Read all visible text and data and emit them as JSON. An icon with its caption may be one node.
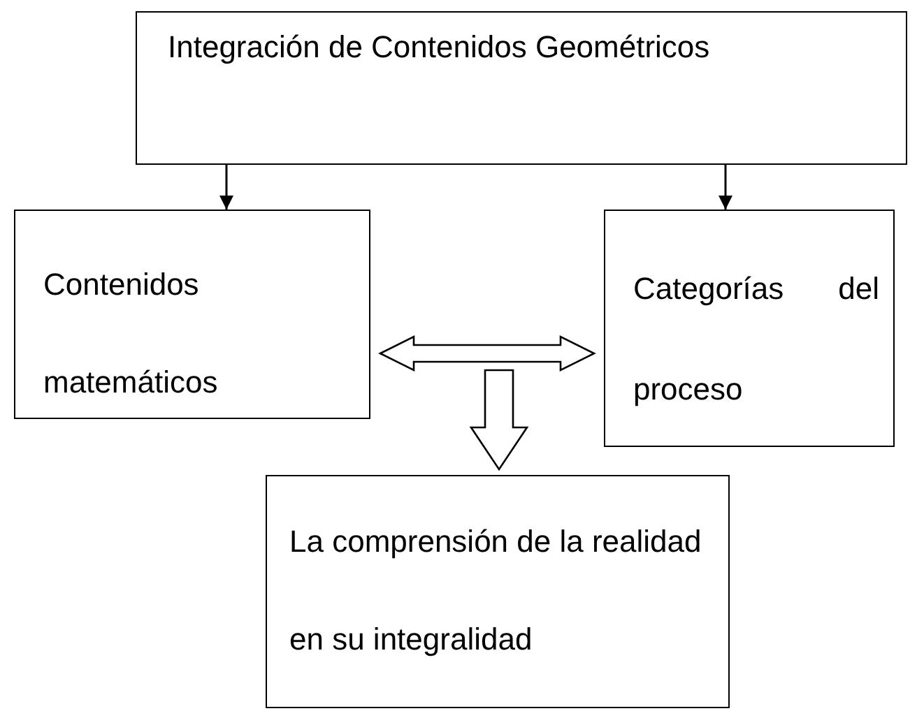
{
  "diagram": {
    "nodes": [
      {
        "text": [
          "Integración de Contenidos Geométricos"
        ]
      },
      {
        "text": [
          "Contenidos matemáticos"
        ]
      },
      {
        "text": [
          "Categorías del proceso"
        ]
      },
      {
        "text": [
          "La comprensión de la realidad en su integralidad"
        ]
      }
    ],
    "edges": [
      {
        "from": 0,
        "to": 1,
        "arrow": "to"
      },
      {
        "from": 0,
        "to": 2,
        "arrow": "to"
      },
      {
        "from": 1,
        "to": 2,
        "arrow": "both",
        "style": "thick"
      },
      {
        "from": null,
        "to": 3,
        "arrow": "to",
        "style": "thick"
      }
    ]
  }
}
